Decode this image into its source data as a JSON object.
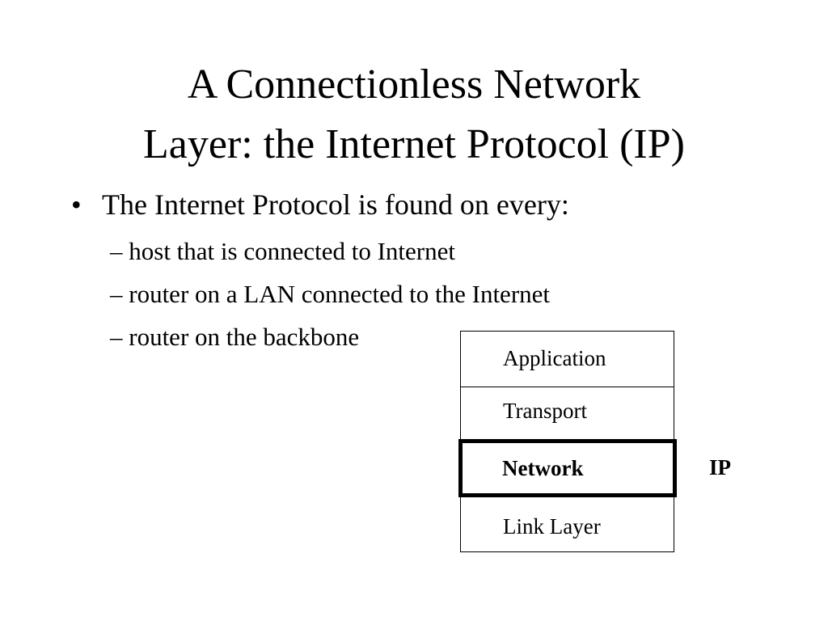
{
  "slide": {
    "title_line1": "A Connectionless Network",
    "title_line2": "Layer: the Internet Protocol (IP)",
    "bullet_marker": "•",
    "bullet_text": "The Internet Protocol is found on every:",
    "sub_items": [
      "– host that is connected to Internet",
      "– router on a LAN connected to the Internet",
      "– router on the backbone"
    ]
  },
  "stack": {
    "layers": [
      "Application",
      "Transport",
      "Network",
      "Link Layer"
    ],
    "highlighted_layer": "Network",
    "highlight_label": "IP"
  },
  "colors": {
    "background": "#ffffff",
    "text": "#000000",
    "border": "#000000"
  }
}
